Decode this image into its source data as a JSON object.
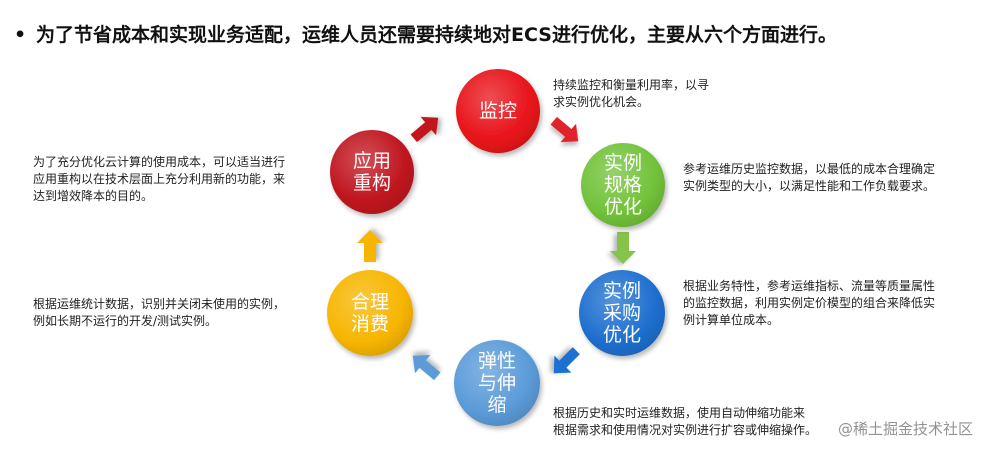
{
  "title": {
    "bullet": "•",
    "text": "为了节省成本和实现业务适配，运维人员还需要持续地对ECS进行优化，主要从六个方面进行。"
  },
  "nodes": {
    "monitor": {
      "lines": [
        "监控"
      ],
      "color": "#e8131a"
    },
    "spec": {
      "lines": [
        "实例",
        "规格",
        "优化"
      ],
      "color": "#72c23a"
    },
    "buy": {
      "lines": [
        "实例",
        "采购",
        "优化"
      ],
      "color": "#1e6fcf"
    },
    "elastic": {
      "lines": [
        "弹性",
        "与伸",
        "缩"
      ],
      "color": "#5b9bd8"
    },
    "consume": {
      "lines": [
        "合理",
        "消费"
      ],
      "color": "#f7b500"
    },
    "refactor": {
      "lines": [
        "应用",
        "重构"
      ],
      "color": "#c0161f"
    }
  },
  "arrows": {
    "monitor_to_spec": "#e0242c",
    "spec_to_buy": "#86c34a",
    "buy_to_elastic": "#1e6fcf",
    "elastic_to_consume": "#5b9bd8",
    "consume_to_refactor": "#f7b500",
    "refactor_to_monitor": "#c0161f"
  },
  "descriptions": {
    "monitor": [
      "持续监控和衡量利用率，以寻",
      "求实例优化机会。"
    ],
    "spec": [
      "参考运维历史监控数据，以最低的成本合理确定",
      "实例类型的大小，以满足性能和工作负载要求。"
    ],
    "buy": [
      "根据业务特性，参考运维指标、流量等质量属性",
      "的监控数据，利用实例定价模型的组合来降低实",
      "例计算单位成本。"
    ],
    "elastic": [
      "根据历史和实时运维数据，使用自动伸缩功能来",
      "根据需求和使用情况对实例进行扩容或伸缩操作。"
    ],
    "refactor": [
      "为了充分优化云计算的使用成本，可以适当进行",
      "应用重构以在技术层面上充分利用新的功能，来",
      "达到增效降本的目的。"
    ],
    "consume": [
      "根据运维统计数据，识别并关闭未使用的实例，",
      "例如长期不运行的开发/测试实例。"
    ]
  },
  "watermark": "@稀土掘金技术社区"
}
